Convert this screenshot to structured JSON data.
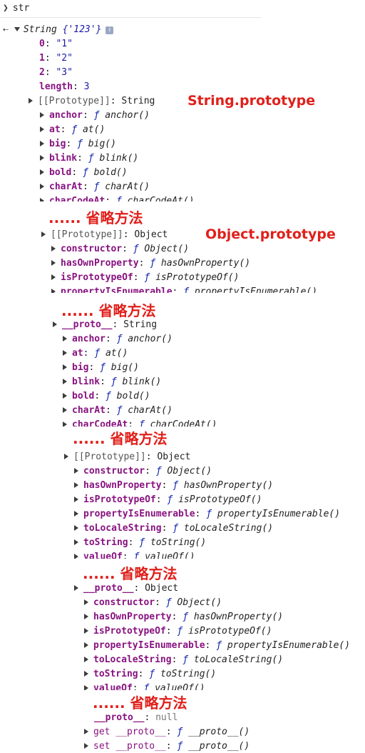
{
  "console": {
    "input": "str",
    "result_label": "String",
    "result_value": "{'123'}",
    "info_badge": "i"
  },
  "entries": [
    {
      "key": "0",
      "value": "\"1\""
    },
    {
      "key": "1",
      "value": "\"2\""
    },
    {
      "key": "2",
      "value": "\"3\""
    }
  ],
  "length": {
    "key": "length",
    "value": "3"
  },
  "labels": {
    "prototype": "[[Prototype]]",
    "proto": "__proto__",
    "string_type": "String",
    "object_type": "Object",
    "null_value": "null",
    "f": "ƒ"
  },
  "string_methods": [
    {
      "key": "anchor",
      "fn": "anchor()"
    },
    {
      "key": "at",
      "fn": "at()"
    },
    {
      "key": "big",
      "fn": "big()"
    },
    {
      "key": "blink",
      "fn": "blink()"
    },
    {
      "key": "bold",
      "fn": "bold()"
    },
    {
      "key": "charAt",
      "fn": "charAt()"
    },
    {
      "key": "charCodeAt",
      "fn": "charCodeAt()"
    }
  ],
  "object_methods_short": [
    {
      "key": "constructor",
      "fn": "Object()"
    },
    {
      "key": "hasOwnProperty",
      "fn": "hasOwnProperty()"
    },
    {
      "key": "isPrototypeOf",
      "fn": "isPrototypeOf()"
    },
    {
      "key": "propertyIsEnumerable",
      "fn": "propertyIsEnumerable()"
    }
  ],
  "object_methods_full": [
    {
      "key": "constructor",
      "fn": "Object()"
    },
    {
      "key": "hasOwnProperty",
      "fn": "hasOwnProperty()"
    },
    {
      "key": "isPrototypeOf",
      "fn": "isPrototypeOf()"
    },
    {
      "key": "propertyIsEnumerable",
      "fn": "propertyIsEnumerable()"
    },
    {
      "key": "toLocaleString",
      "fn": "toLocaleString()"
    },
    {
      "key": "toString",
      "fn": "toString()"
    },
    {
      "key": "valueOf",
      "fn": "valueOf()"
    }
  ],
  "accessors": [
    {
      "kind": "get",
      "key": "__proto__",
      "fn": "__proto__()"
    },
    {
      "kind": "set",
      "key": "__proto__",
      "fn": "__proto__()"
    }
  ],
  "annotations": {
    "string_prototype": "String.prototype",
    "object_prototype": "Object.prototype",
    "omitted": "...... 省略方法"
  },
  "colors": {
    "annotation": "#e0201b",
    "property_key": "#881280",
    "string_value": "#1a1aa6",
    "function_marker": "#0d22aa"
  }
}
